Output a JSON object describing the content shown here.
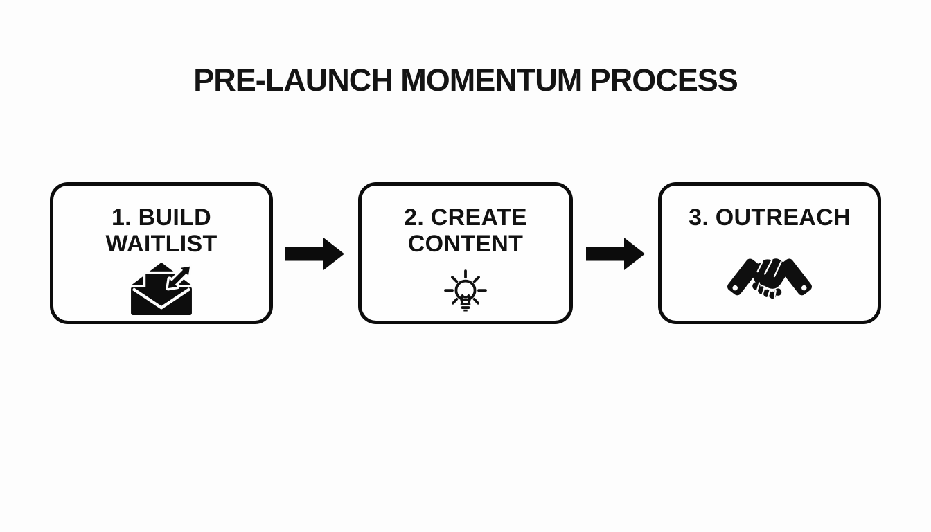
{
  "title": "PRE-LAUNCH MOMENTUM PROCESS",
  "colors": {
    "ink": "#121212",
    "box_border": "#0c0c0c",
    "background": "#fdfdfd"
  },
  "steps": [
    {
      "line1": "1. BUILD",
      "line2": "WAITLIST",
      "icon": "envelope-send-growth-icon"
    },
    {
      "line1": "2. CREATE",
      "line2": "CONTENT",
      "icon": "lightbulb-idea-icon"
    },
    {
      "line1": "3. OUTREACH",
      "line2": "",
      "icon": "handshake-icon"
    }
  ],
  "connectors": [
    {
      "icon": "arrow-right-icon"
    },
    {
      "icon": "arrow-right-icon"
    }
  ]
}
